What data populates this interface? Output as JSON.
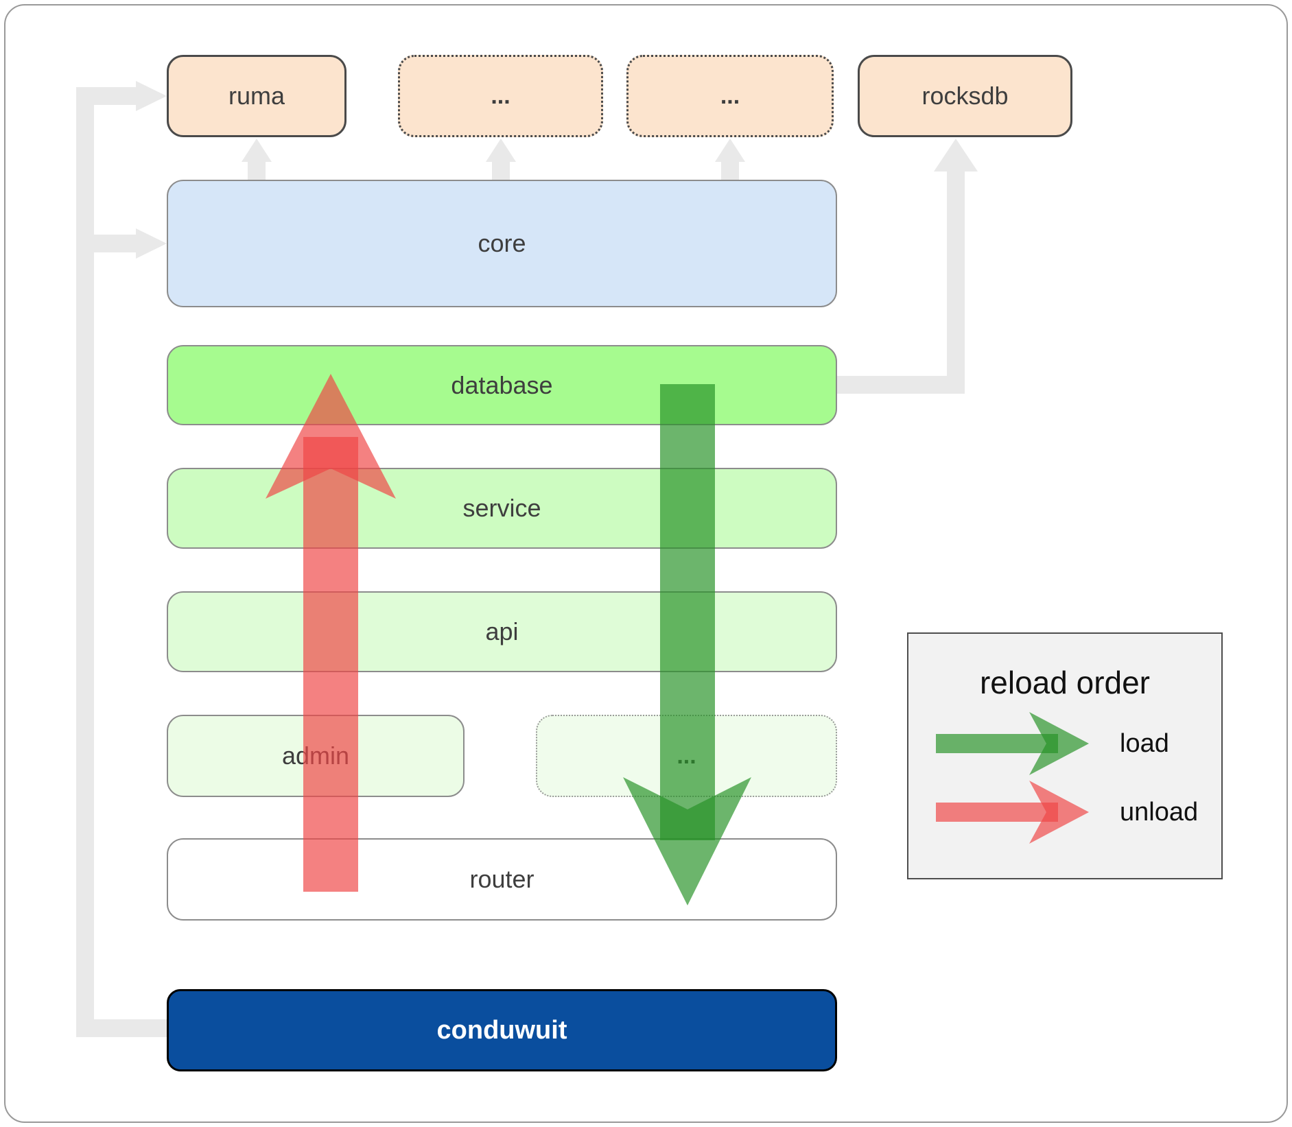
{
  "diagram": {
    "boxes": {
      "ruma": "ruma",
      "dots_top_left": "...",
      "dots_top_right": "...",
      "rocksdb": "rocksdb",
      "core": "core",
      "database": "database",
      "service": "service",
      "api": "api",
      "admin": "admin",
      "admin_dots": "...",
      "router": "router",
      "conduwuit": "conduwuit"
    }
  },
  "legend": {
    "title": "reload order",
    "items": [
      {
        "label": "load",
        "color": "#27A227"
      },
      {
        "label": "unload",
        "color": "#EF4646"
      }
    ]
  },
  "colors": {
    "page_bg": "#FFFFFF",
    "outer_border": "#999999",
    "peach_fill": "#FCE4CE",
    "peach_border": "#4A4A4A",
    "core_fill": "#D6E6F8",
    "core_border": "#8C8C8C",
    "database_fill": "#A6FB8F",
    "service_fill": "#CDFCC1",
    "api_fill": "#DFFCD7",
    "admin_fill": "#ECFCE6",
    "admin_dots_fill": "#F0FCEC",
    "router_fill": "#FFFFFF",
    "green_border": "#8C8C8C",
    "conduwuit_fill": "#0A4E9E",
    "conduwuit_border": "#000000",
    "conduwuit_text": "#FFFFFF",
    "label_color": "#3E3E3E",
    "gray_line": "#E9E9E9",
    "red_arrow": "rgba(239,70,70,0.68)",
    "green_arrow": "rgba(39,146,39,0.68)",
    "legend_bg": "#F2F2F2",
    "legend_border": "#4D4D4D",
    "legend_text": "#111111"
  }
}
